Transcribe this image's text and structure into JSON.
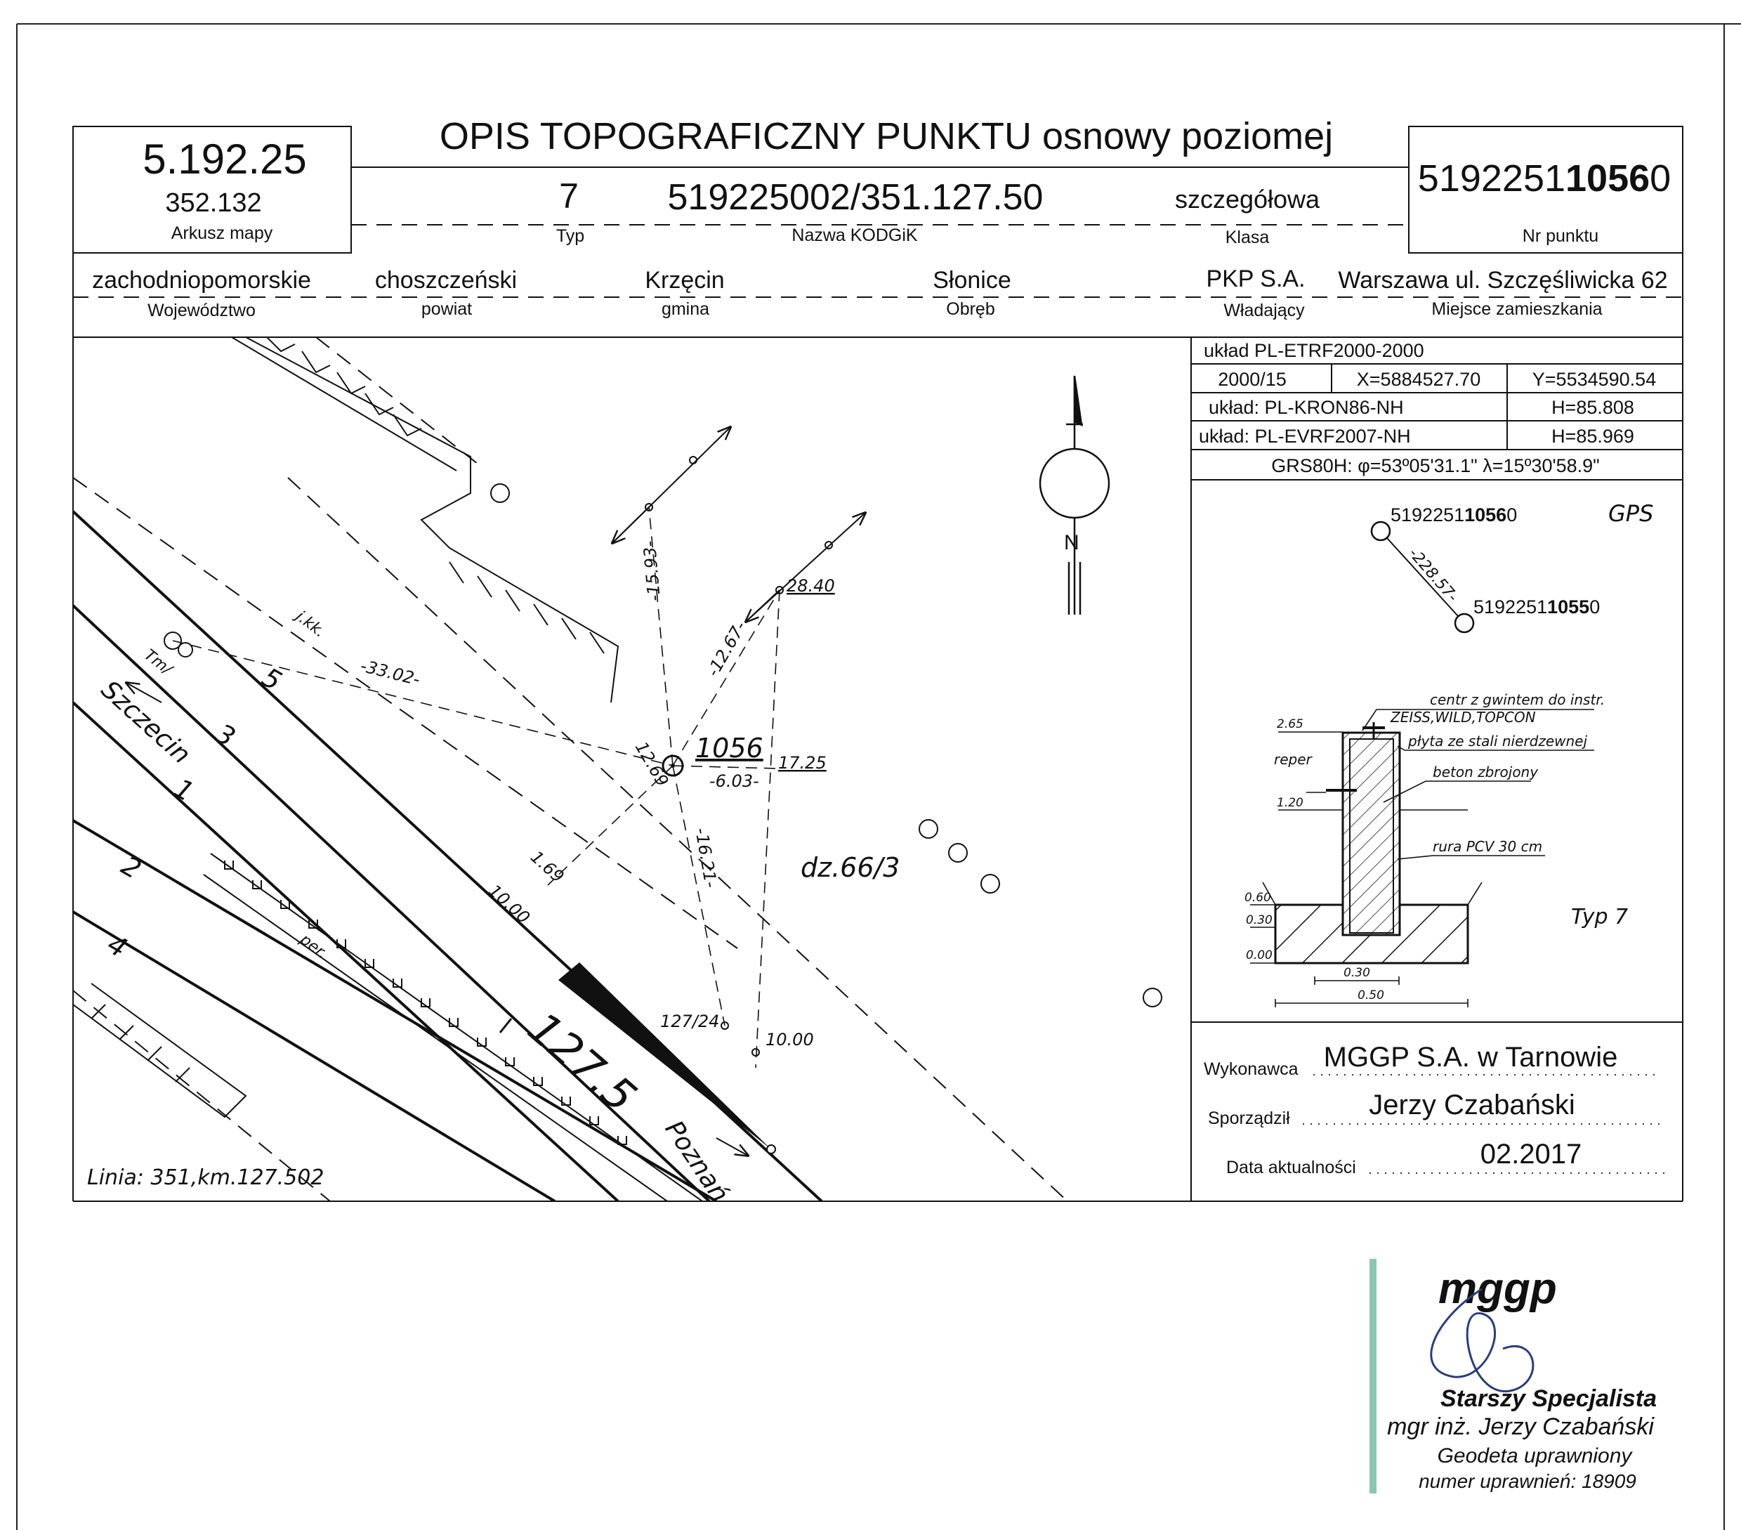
{
  "header": {
    "title": "OPIS TOPOGRAFICZNY PUNKTU osnowy poziomej",
    "map_sheet_number": "5.192.25",
    "map_sheet_sub": "352.132",
    "map_sheet_label": "Arkusz mapy",
    "type_value": "7",
    "type_label": "Typ",
    "kodgik_value": "519225002/351.127.50",
    "kodgik_label": "Nazwa KODGiK",
    "class_value": "szczegółowa",
    "class_label": "Klasa",
    "point_number_prefix": "5192251",
    "point_number_bold": "1056",
    "point_number_suffix": "0",
    "point_number_label": "Nr punktu"
  },
  "location": {
    "voivodeship": "zachodniopomorskie",
    "voivodeship_label": "Województwo",
    "county": "choszczeński",
    "county_label": "powiat",
    "commune": "Krzęcin",
    "commune_label": "gmina",
    "precinct": "Słonice",
    "precinct_label": "Obręb",
    "owner": "PKP S.A.",
    "owner_label": "Władający",
    "residence": "Warszawa ul. Szczęśliwicka 62",
    "residence_label": "Miejsce zamieszkania"
  },
  "coordinates": {
    "system1": "układ PL-ETRF2000-2000",
    "zone": "2000/15",
    "x": "X=5884527.70",
    "y": "Y=5534590.54",
    "system2": "układ: PL-KRON86-NH",
    "h1": "H=85.808",
    "system3": "układ: PL-EVRF2007-NH",
    "h2": "H=85.969",
    "grs": "GRS80H: φ=53º05'31.1\" λ=15º30'58.9\""
  },
  "gps_sketch": {
    "point_a_prefix": "5192251",
    "point_a_bold": "1056",
    "point_a_suffix": "0",
    "point_b_prefix": "5192251",
    "point_b_bold": "1055",
    "point_b_suffix": "0",
    "distance": "-228.57-",
    "gps_label": "GPS"
  },
  "construction": {
    "label_centre_1": "centr z gwintem do instr.",
    "label_centre_2": "ZEISS,WILD,TOPCON",
    "label_plate": "płyta ze stali nierdzewnej",
    "label_concrete": "beton zbrojony",
    "label_pipe": "rura PCV 30 cm",
    "label_reper": "reper",
    "dim_265": "2.65",
    "dim_120": "1.20",
    "dim_060": "0.60",
    "dim_030": "0.30",
    "dim_000": "0.00",
    "dim_w030": "0.30",
    "dim_w050": "0.50",
    "type_label": "Typ 7"
  },
  "map": {
    "point_label": "1056",
    "parcel": "dz.66/3",
    "line_info": "Linia: 351,km.127.502",
    "km_label": "127.5",
    "dir_szczecin": "Szczecin",
    "dir_poznan": "Poznań",
    "track_5": "5",
    "track_3": "3",
    "track_1": "1",
    "track_2": "2",
    "track_4": "4",
    "label_jkk": "j.kk.",
    "label_tm": "Tm/",
    "label_per": "per.",
    "m_3302": "-33.02-",
    "m_1593": "-15.93-",
    "m_1267": "-12.67-",
    "m_2840": "28.40",
    "m_1269": "12.69",
    "m_603": "-6.03-",
    "m_1725": "17.25",
    "m_1621": "-16.21-",
    "m_169": "1.69",
    "m_1000a": "10.00",
    "m_12724": "127/24",
    "m_1000b": "10.00"
  },
  "footer": {
    "contractor_label": "Wykonawca",
    "contractor": "MGGP S.A.  w Tarnowie",
    "prepared_label": "Sporządził",
    "prepared_by": "Jerzy Czabański",
    "date_label": "Data aktualności",
    "date": "02.2017"
  },
  "stamp": {
    "logo": "mggp",
    "line1": "Starszy Specjalista",
    "line2": "mgr inż. Jerzy Czabański",
    "line3": "Geodeta uprawniony",
    "line4": "numer uprawnień: 18909"
  }
}
